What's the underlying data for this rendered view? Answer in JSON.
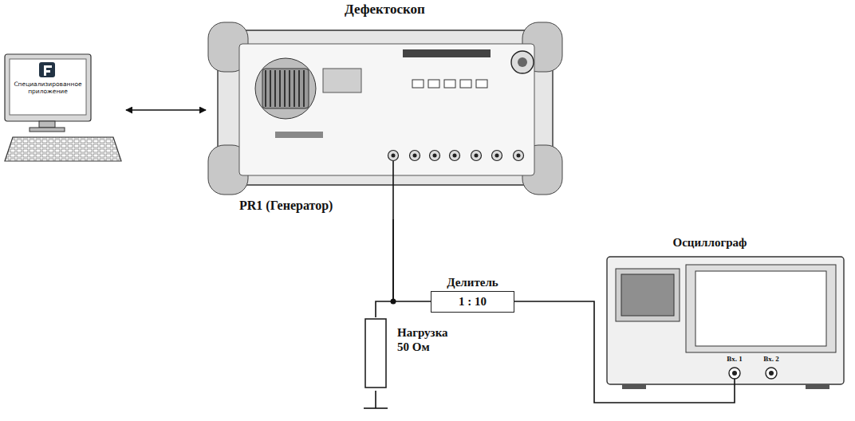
{
  "diagram": {
    "nodes": [
      {
        "text": [
          "Специализированное приложение"
        ]
      },
      {
        "text": [
          "Дефектоскоп",
          "PR1 (Генератор)"
        ]
      },
      {
        "text": [
          "Делитель",
          "1 : 10"
        ]
      },
      {
        "text": [
          "Нагрузка 50 Ом"
        ]
      },
      {
        "text": [
          "Осциллограф"
        ]
      }
    ],
    "edges": [
      {
        "from": 0,
        "to": 1,
        "arrow": "both"
      },
      {
        "from": 1,
        "to": 2,
        "arrow": "none"
      },
      {
        "from": 1,
        "to": 3,
        "arrow": "none"
      },
      {
        "from": 2,
        "to": 4,
        "arrow": "none"
      }
    ],
    "labels": [
      "Вх. 1",
      "Вх. 2"
    ]
  }
}
